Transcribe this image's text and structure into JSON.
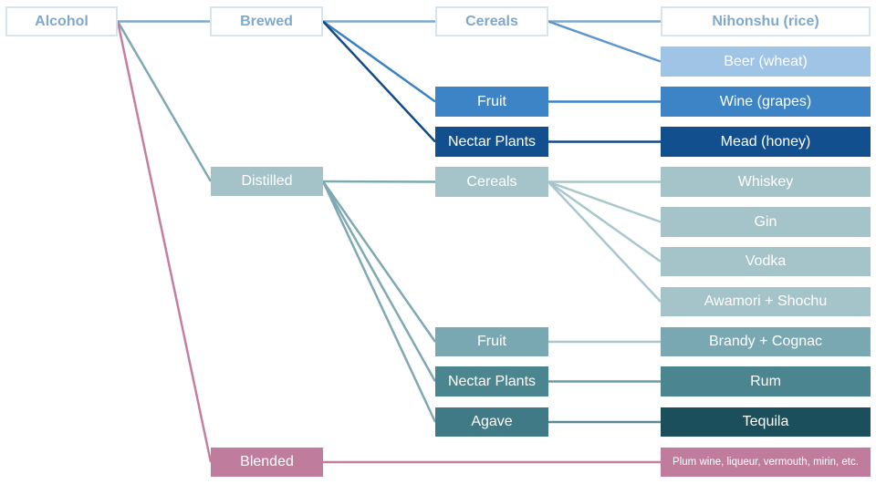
{
  "colors": {
    "outline_border": "#d6e4ee",
    "outline_text": "#7fa9cc",
    "brewed_line_light": "#7fa9cc",
    "brewed_line_mid": "#3b82c4",
    "brewed_line_dark": "#124a86",
    "distilled_line": "#7ea9b2",
    "distilled_light_line": "#a8c7cc",
    "blended_line": "#c47fa0"
  },
  "nodes": {
    "alcohol": {
      "label": "Alcohol",
      "bg": "#ffffff",
      "outline": true
    },
    "brewed": {
      "label": "Brewed",
      "bg": "#ffffff",
      "outline": true
    },
    "distilled": {
      "label": "Distilled",
      "bg": "#a3c3c8"
    },
    "blended": {
      "label": "Blended",
      "bg": "#c07c9d"
    },
    "brewed_cereals": {
      "label": "Cereals",
      "bg": "#ffffff",
      "outline": true
    },
    "brewed_fruit": {
      "label": "Fruit",
      "bg": "#3d84c7"
    },
    "brewed_nectar": {
      "label": "Nectar Plants",
      "bg": "#124f8e"
    },
    "dist_cereals": {
      "label": "Cereals",
      "bg": "#a5c4c9"
    },
    "dist_fruit": {
      "label": "Fruit",
      "bg": "#7aa8b2"
    },
    "dist_nectar": {
      "label": "Nectar Plants",
      "bg": "#4b8590"
    },
    "dist_agave": {
      "label": "Agave",
      "bg": "#3f7a86"
    },
    "nihonshu": {
      "label": "Nihonshu (rice)",
      "bg": "#ffffff",
      "outline": true
    },
    "beer": {
      "label": "Beer (wheat)",
      "bg": "#a0c4e6"
    },
    "wine": {
      "label": "Wine (grapes)",
      "bg": "#3d84c7"
    },
    "mead": {
      "label": "Mead (honey)",
      "bg": "#124f8e"
    },
    "whiskey": {
      "label": "Whiskey",
      "bg": "#a5c4c9"
    },
    "gin": {
      "label": "Gin",
      "bg": "#a5c4c9"
    },
    "vodka": {
      "label": "Vodka",
      "bg": "#a5c4c9"
    },
    "awamori": {
      "label": "Awamori + Shochu",
      "bg": "#a5c4c9"
    },
    "brandy": {
      "label": "Brandy + Cognac",
      "bg": "#7aa8b2"
    },
    "rum": {
      "label": "Rum",
      "bg": "#4b8590"
    },
    "tequila": {
      "label": "Tequila",
      "bg": "#1c4f5c"
    },
    "plum": {
      "label": "Plum wine, liqueur, vermouth, mirin, etc.",
      "bg": "#c07c9d"
    }
  },
  "edges": [
    {
      "from": "alcohol",
      "to": "brewed",
      "color": "#7fa9cc"
    },
    {
      "from": "alcohol",
      "to": "distilled",
      "color": "#7ea9b2"
    },
    {
      "from": "alcohol",
      "to": "blended",
      "color": "#c47fa0"
    },
    {
      "from": "brewed",
      "to": "brewed_cereals",
      "color": "#7fa9cc"
    },
    {
      "from": "brewed",
      "to": "brewed_fruit",
      "color": "#3b82c4"
    },
    {
      "from": "brewed",
      "to": "brewed_nectar",
      "color": "#124a86"
    },
    {
      "from": "brewed_cereals",
      "to": "nihonshu",
      "color": "#7fa9cc"
    },
    {
      "from": "brewed_cereals",
      "to": "beer",
      "color": "#5b96cc"
    },
    {
      "from": "brewed_fruit",
      "to": "wine",
      "color": "#3b82c4"
    },
    {
      "from": "brewed_nectar",
      "to": "mead",
      "color": "#124a86"
    },
    {
      "from": "distilled",
      "to": "dist_cereals",
      "color": "#7ea9b2"
    },
    {
      "from": "distilled",
      "to": "dist_fruit",
      "color": "#7ea9b2"
    },
    {
      "from": "distilled",
      "to": "dist_nectar",
      "color": "#7ea9b2"
    },
    {
      "from": "distilled",
      "to": "dist_agave",
      "color": "#7ea9b2"
    },
    {
      "from": "dist_cereals",
      "to": "whiskey",
      "color": "#a8c7cc"
    },
    {
      "from": "dist_cereals",
      "to": "gin",
      "color": "#a8c7cc"
    },
    {
      "from": "dist_cereals",
      "to": "vodka",
      "color": "#a8c7cc"
    },
    {
      "from": "dist_cereals",
      "to": "awamori",
      "color": "#a8c7cc"
    },
    {
      "from": "dist_fruit",
      "to": "brandy",
      "color": "#a8c7cc"
    },
    {
      "from": "dist_nectar",
      "to": "rum",
      "color": "#6a9aa3"
    },
    {
      "from": "dist_agave",
      "to": "tequila",
      "color": "#5b8a94"
    },
    {
      "from": "blended",
      "to": "plum",
      "color": "#c47fa0"
    }
  ]
}
